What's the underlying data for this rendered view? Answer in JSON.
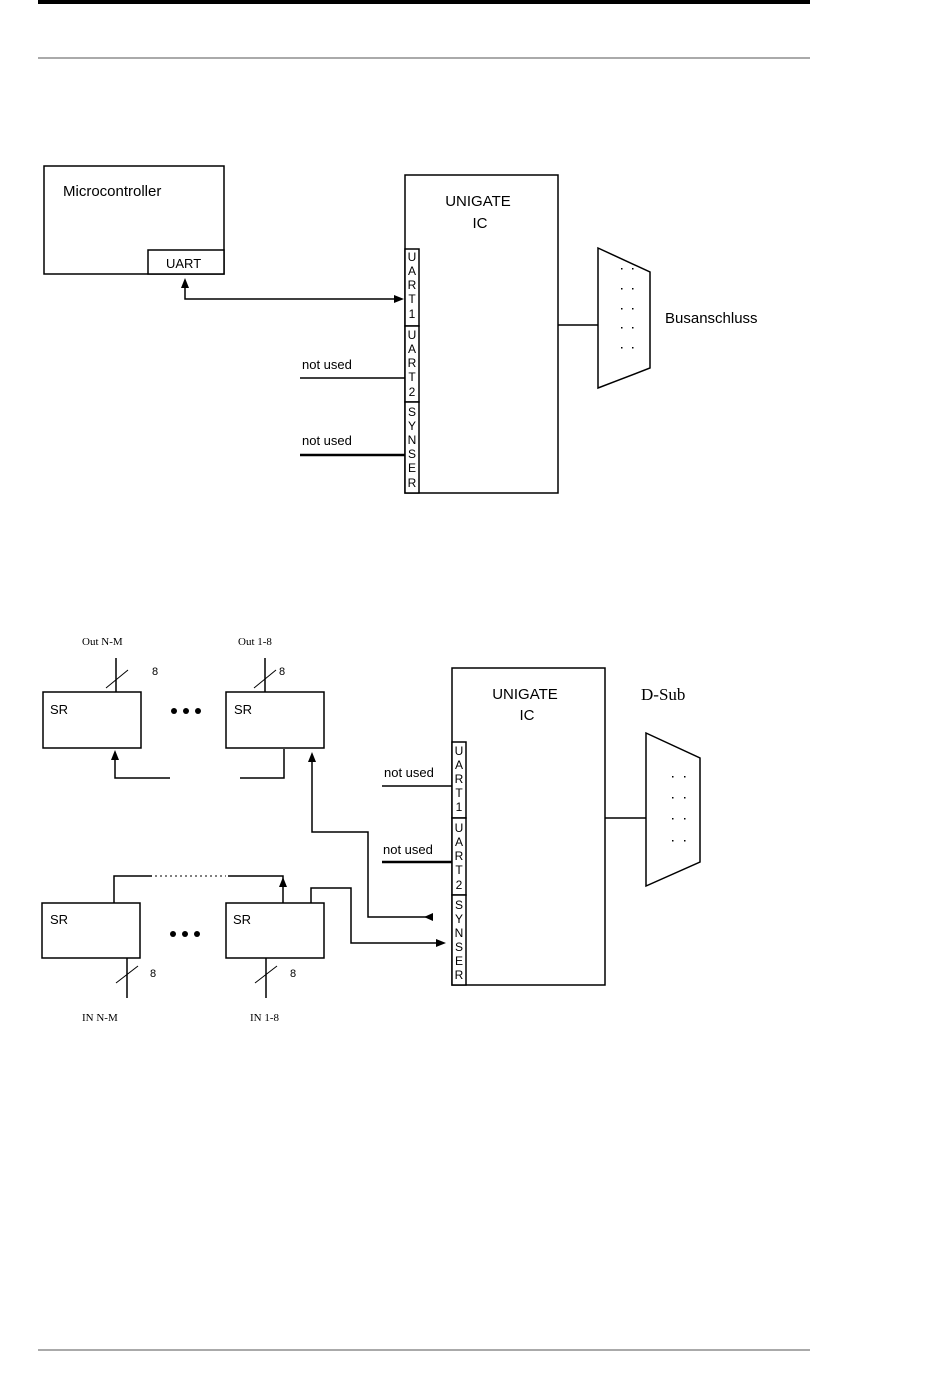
{
  "diagram1": {
    "microcontroller_label": "Microcontroller",
    "uart_label": "UART",
    "unigate_title_line1": "UNIGATE",
    "unigate_title_line2": "IC",
    "port_uart1": [
      "U",
      "A",
      "R",
      "T",
      "1"
    ],
    "port_uart2": [
      "U",
      "A",
      "R",
      "T",
      "2"
    ],
    "port_synser": [
      "S",
      "Y",
      "N",
      "S",
      "E",
      "R"
    ],
    "not_used_uart2": "not used",
    "not_used_synser": "not used",
    "bus_label": "Busanschluss"
  },
  "diagram2": {
    "unigate_title_line1": "UNIGATE",
    "unigate_title_line2": "IC",
    "port_uart1": [
      "U",
      "A",
      "R",
      "T",
      "1"
    ],
    "port_uart2": [
      "U",
      "A",
      "R",
      "T",
      "2"
    ],
    "port_synser": [
      "S",
      "Y",
      "N",
      "S",
      "E",
      "R"
    ],
    "not_used_uart1": "not used",
    "not_used_uart2": "not used",
    "dsub_label": "D-Sub",
    "sr_label": "SR",
    "out_nm_label": "Out N-M",
    "out_18_label": "Out 1-8",
    "in_nm_label": "IN N-M",
    "in_18_label": "IN 1-8",
    "bus_width": "8"
  }
}
